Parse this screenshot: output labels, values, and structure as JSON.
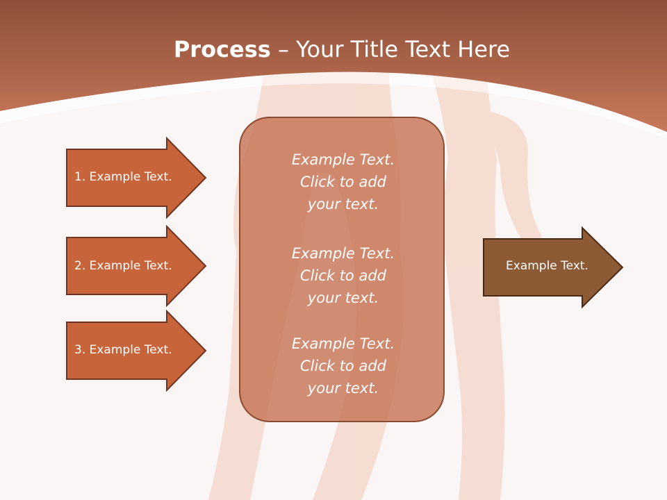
{
  "title": {
    "bold": "Process",
    "rest": " – Your Title Text Here"
  },
  "inputs": [
    {
      "label": "1. Example Text."
    },
    {
      "label": "2. Example Text."
    },
    {
      "label": "3. Example Text."
    }
  ],
  "center_blocks": [
    {
      "line1": "Example Text.",
      "line2": "Click  to add",
      "line3": "your text."
    },
    {
      "line1": "Example Text.",
      "line2": "Click  to add",
      "line3": "your text."
    },
    {
      "line1": "Example Text.",
      "line2": "Click  to add",
      "line3": "your text."
    }
  ],
  "output": {
    "label": "Example Text."
  },
  "colors": {
    "header": "#b86a4c",
    "input_arrow": "#c8643a",
    "output_arrow": "#8c5a34",
    "center_box": "#c98868"
  }
}
